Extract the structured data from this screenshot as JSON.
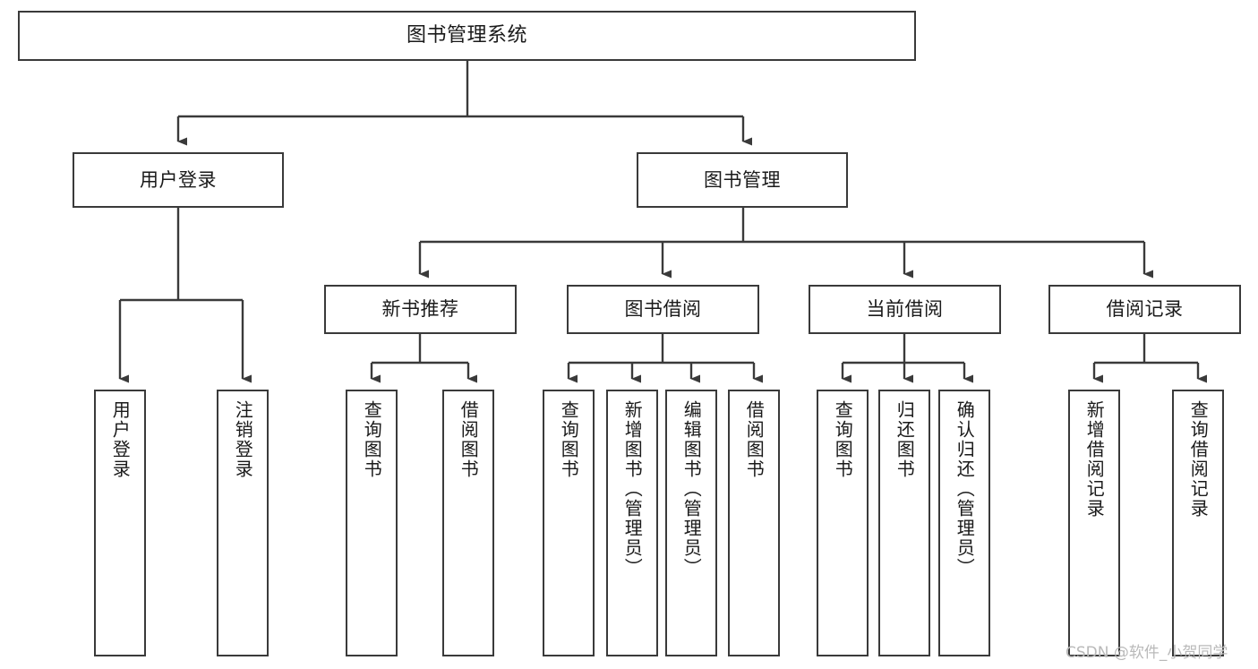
{
  "diagram": {
    "title": "图书管理系统",
    "type": "tree-hierarchy-chart",
    "orientation": "top-down",
    "colors": {
      "box_border": "#3a3a3a",
      "box_fill": "#ffffff",
      "edge": "#3a3a3a",
      "text": "#1a1a1a",
      "watermark": "#b9b9b9",
      "background": "#ffffff"
    }
  },
  "root": {
    "label": "图书管理系统"
  },
  "level1": [
    {
      "label": "用户登录"
    },
    {
      "label": "图书管理"
    }
  ],
  "level2": [
    {
      "label": "新书推荐"
    },
    {
      "label": "图书借阅"
    },
    {
      "label": "当前借阅"
    },
    {
      "label": "借阅记录"
    }
  ],
  "leaves": {
    "user_login": [
      {
        "label": "用户登录"
      },
      {
        "label": "注销登录"
      }
    ],
    "new_book_recommend": [
      {
        "label": "查询图书"
      },
      {
        "label": "借阅图书"
      }
    ],
    "book_borrow": [
      {
        "label": "查询图书"
      },
      {
        "label": "新增图书（管理员）"
      },
      {
        "label": "编辑图书（管理员）"
      },
      {
        "label": "借阅图书"
      }
    ],
    "current_borrow": [
      {
        "label": "查询图书"
      },
      {
        "label": "归还图书"
      },
      {
        "label": "确认归还（管理员）"
      }
    ],
    "borrow_record": [
      {
        "label": "新增借阅记录"
      },
      {
        "label": "查询借阅记录"
      }
    ]
  },
  "watermark": {
    "text": "CSDN @软件_小贺同学"
  }
}
